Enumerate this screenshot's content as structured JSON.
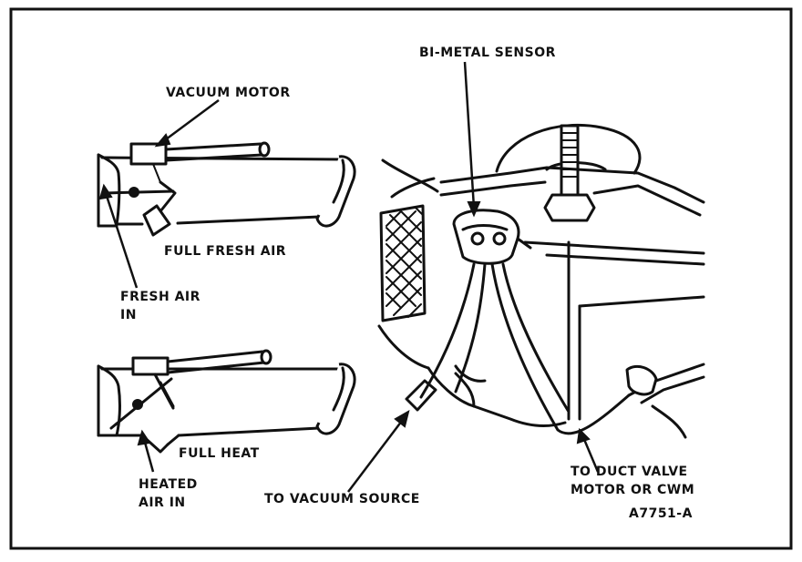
{
  "labels": {
    "vacuum_motor": "VACUUM MOTOR",
    "full_fresh_air": "FULL FRESH AIR",
    "fresh_air_in_1": "FRESH AIR",
    "fresh_air_in_2": "IN",
    "full_heat": "FULL HEAT",
    "heated_air_in_1": "HEATED",
    "heated_air_in_2": "AIR IN",
    "to_vacuum_source": "TO VACUUM SOURCE",
    "bimetal_sensor": "BI-METAL SENSOR",
    "to_duct_valve_1": "TO DUCT VALVE",
    "to_duct_valve_2": "MOTOR OR CWM",
    "figure_id": "A7751-A"
  }
}
